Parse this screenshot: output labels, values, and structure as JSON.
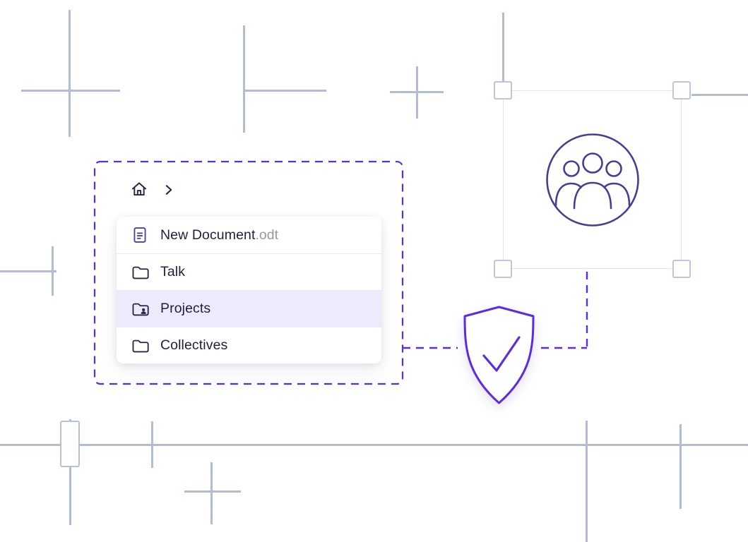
{
  "colors": {
    "accent_purple": "#5d2be2",
    "icon_indigo": "#453e96",
    "outline_dark": "#26264b",
    "decor_line": "#b2bcd5",
    "row_highlight": "#eceafb",
    "muted_text": "#9898a8"
  },
  "icons": {
    "home": "home-icon",
    "chevron": "chevron-right-icon",
    "document": "document-icon",
    "folder": "folder-icon",
    "folder_shared": "folder-shared-icon",
    "group": "people-group-icon",
    "shield": "shield-check-icon"
  },
  "breadcrumb": {
    "root": "home",
    "separator": "chevron-right"
  },
  "file_list": {
    "items": [
      {
        "icon": "document",
        "name": "New Document",
        "ext": ".odt",
        "selected": false
      },
      {
        "icon": "folder",
        "name": "Talk",
        "ext": "",
        "selected": false
      },
      {
        "icon": "folder-shared",
        "name": "Projects",
        "ext": "",
        "selected": true
      },
      {
        "icon": "folder",
        "name": "Collectives",
        "ext": "",
        "selected": false
      }
    ]
  },
  "selection": {
    "tile_icon": "people-group",
    "handles": [
      "top-left",
      "top-right",
      "bottom-left",
      "bottom-right"
    ]
  },
  "shield": {
    "icon": "shield-check",
    "state": "verified"
  }
}
